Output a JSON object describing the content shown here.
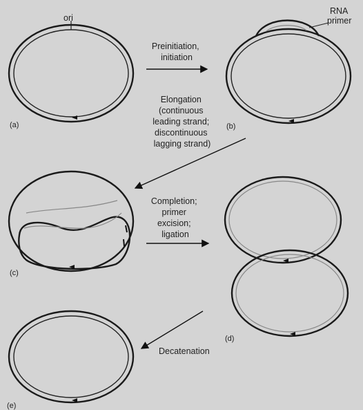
{
  "labels": {
    "ori": "ori",
    "rna_primer_line1": "RNA",
    "rna_primer_line2": "primer",
    "panel_a": "(a)",
    "panel_b": "(b)",
    "panel_c": "(c)",
    "panel_d": "(d)",
    "panel_e": "(e)"
  },
  "steps": {
    "preinitiation": [
      "Preinitiation,",
      "initiation"
    ],
    "elongation": [
      "Elongation",
      "(continuous",
      "leading strand;",
      "discontinuous",
      "lagging strand)"
    ],
    "completion": [
      "Completion;",
      "primer",
      "excision;",
      "ligation"
    ],
    "decatenation": [
      "Decatenation"
    ]
  },
  "colors": {
    "background": "#d4d4d4",
    "strand": "#1a1a1a",
    "new_strand": "#888888"
  }
}
